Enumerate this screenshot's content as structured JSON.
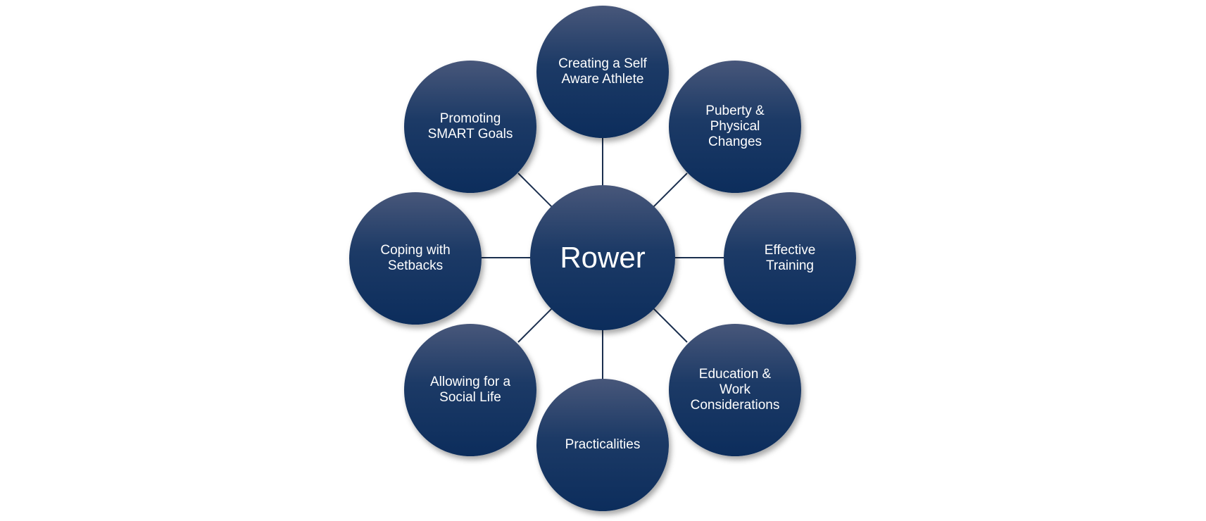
{
  "diagram": {
    "center": {
      "label": "Rower"
    },
    "nodes": [
      {
        "key": "self-aware",
        "label": "Creating a Self\nAware Athlete"
      },
      {
        "key": "puberty",
        "label": "Puberty &\nPhysical\nChanges"
      },
      {
        "key": "training",
        "label": "Effective\nTraining"
      },
      {
        "key": "education",
        "label": "Education &\nWork\nConsiderations"
      },
      {
        "key": "practicalities",
        "label": "Practicalities"
      },
      {
        "key": "social",
        "label": "Allowing for a\nSocial Life"
      },
      {
        "key": "setbacks",
        "label": "Coping with\nSetbacks"
      },
      {
        "key": "goals",
        "label": "Promoting\nSMART Goals"
      }
    ],
    "colors": {
      "node_fill": "#0c2d5c",
      "connector": "#1b2f4f",
      "text": "#ffffff"
    }
  }
}
